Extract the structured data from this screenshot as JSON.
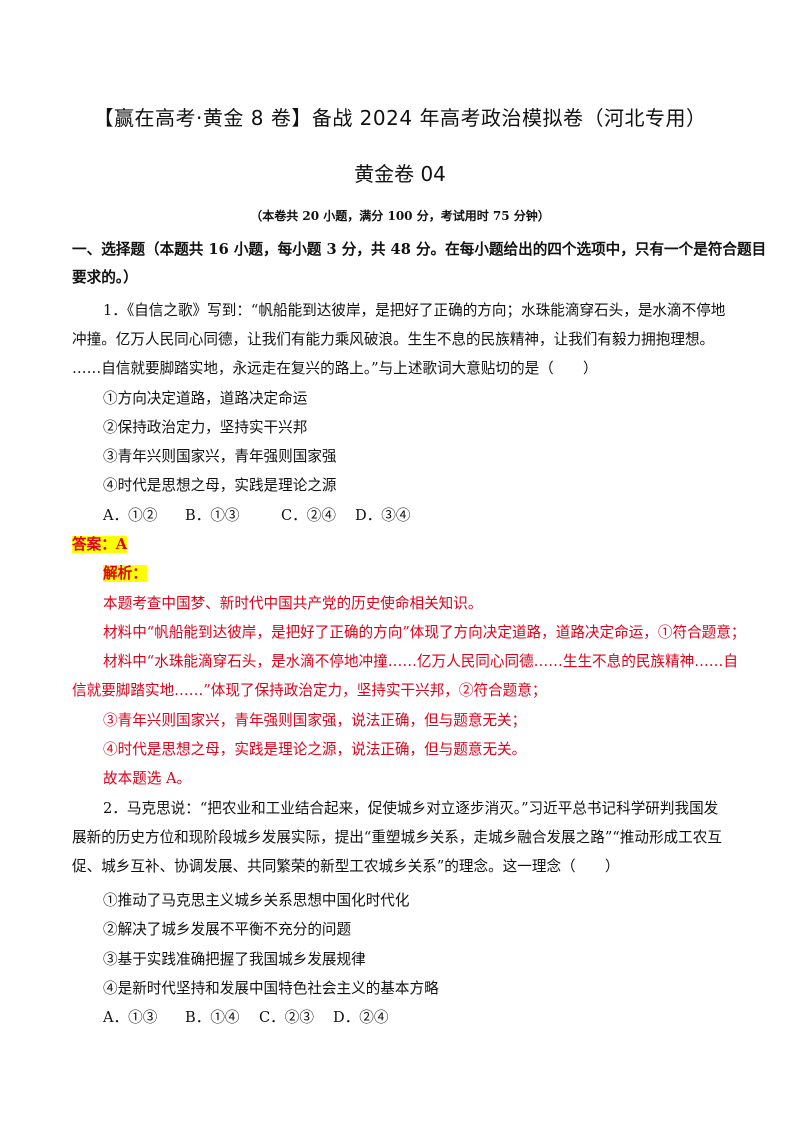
{
  "header": {
    "title": "【赢在高考·黄金 8 卷】备战 2024 年高考政治模拟卷（河北专用）",
    "subtitle": "黄金卷 04",
    "note": "（本卷共 20 小题，满分 100 分，考试用时 75 分钟）"
  },
  "section": {
    "line1": "一、选择题（本题共 16 小题，每小题 3 分，共 48 分。在每小题给出的四个选项中，只有一个是符合题目",
    "line2": "要求的。）"
  },
  "q1": {
    "stem1": "1．《自信之歌》写到：“帆船能到达彼岸，是把好了正确的方向；水珠能滴穿石头，是水滴不停地",
    "stem2": "冲撞。亿万人民同心同德，让我们有能力乘风破浪。生生不息的民族精神，让我们有毅力拥抱理想。",
    "stem3": "……自信就要脚踏实地，永远走在复兴的路上。”与上述歌词大意贴切的是（　　）",
    "items": [
      "①方向决定道路，道路决定命运",
      "②保持政治定力，坚持实干兴邦",
      "③青年兴则国家兴，青年强则国家强",
      "④时代是思想之母，实践是理论之源"
    ],
    "options": [
      "A．①②",
      "B．①③",
      "C．②④",
      "D．③④"
    ],
    "answer": "答案：A",
    "analysis_label": "解析：",
    "analysis": [
      "本题考查中国梦、新时代中国共产党的历史使命相关知识。",
      "材料中“帆船能到达彼岸，是把好了正确的方向”体现了方向决定道路，道路决定命运，①符合题意；",
      "材料中“水珠能滴穿石头，是水滴不停地冲撞……亿万人民同心同德……生生不息的民族精神……自",
      "信就要脚踏实地……”体现了保持政治定力，坚持实干兴邦，②符合题意；",
      "③青年兴则国家兴，青年强则国家强，说法正确，但与题意无关；",
      "④时代是思想之母，实践是理论之源，说法正确，但与题意无关。"
    ],
    "conclusion": "故本题选 A。"
  },
  "q2": {
    "stem1": "2．马克思说：“把农业和工业结合起来，促使城乡对立逐步消灭。”习近平总书记科学研判我国发",
    "stem2": "展新的历史方位和现阶段城乡发展实际，提出“重塑城乡关系，走城乡融合发展之路”“推动形成工农互",
    "stem3": "促、城乡互补、协调发展、共同繁荣的新型工农城乡关系”的理念。这一理念（　　）",
    "items": [
      "①推动了马克思主义城乡关系思想中国化时代化",
      "②解决了城乡发展不平衡不充分的问题",
      "③基于实践准确把握了我国城乡发展规律",
      "④是新时代坚持和发展中国特色社会主义的基本方略"
    ],
    "options": [
      "A．①③",
      "B．①④",
      "C．②③",
      "D．②④"
    ]
  }
}
